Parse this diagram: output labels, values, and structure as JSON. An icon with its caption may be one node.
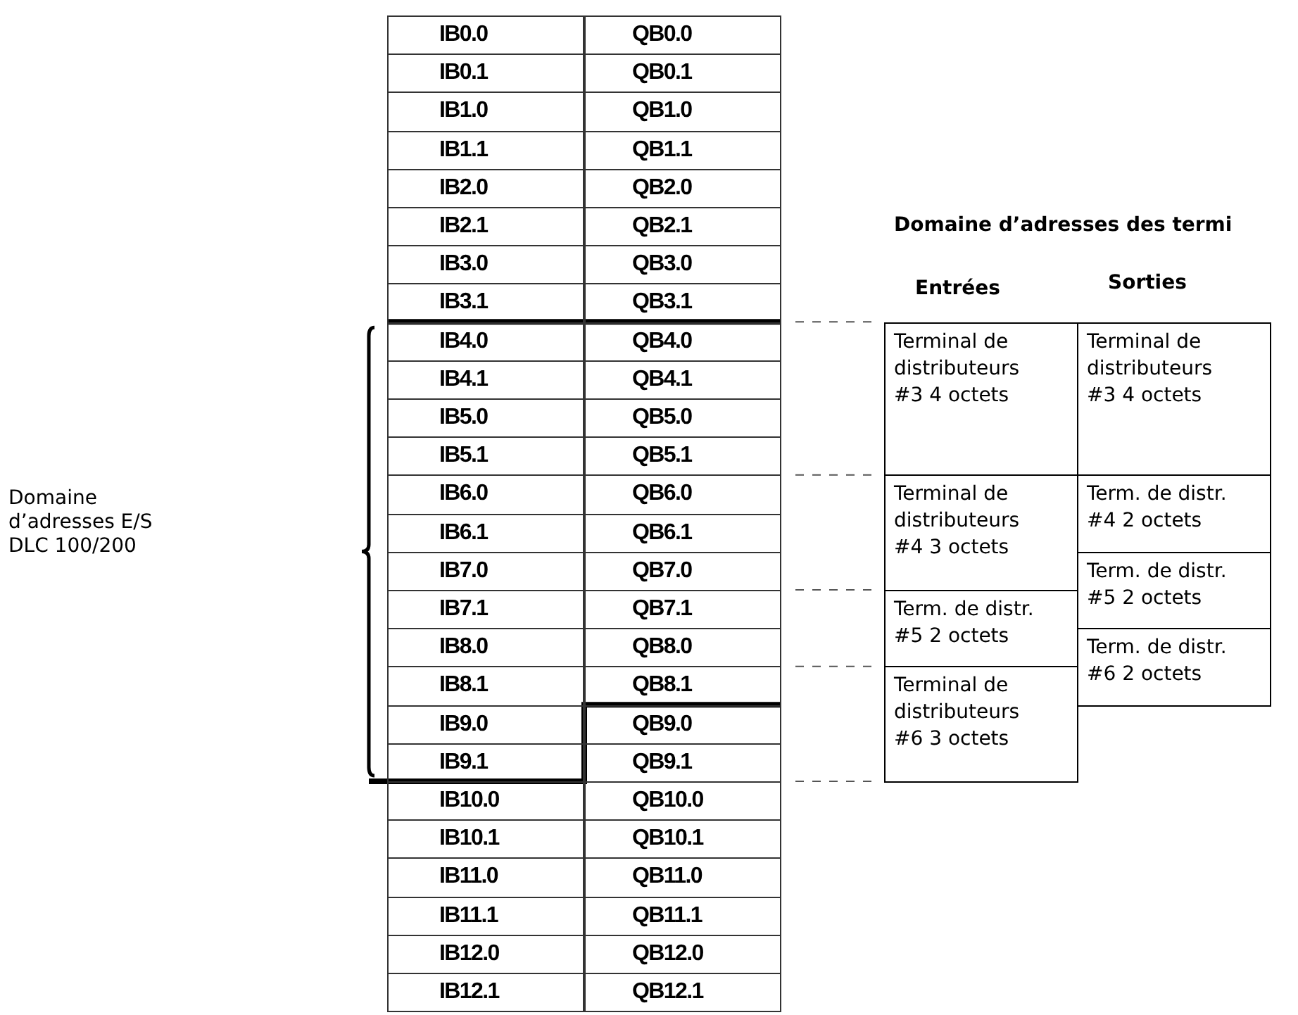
{
  "diagram": {
    "title": "Domaine d’adresses des termi",
    "nodes": [
      {
        "text": [
          "Terminal de distributeurs #3 4 octets"
        ]
      },
      {
        "text": [
          "Terminal de distributeurs #3 4 octets"
        ]
      },
      {
        "text": [
          "Terminal de distributeurs #4 3 octets"
        ]
      },
      {
        "text": [
          "Term. de distr. #4 2 octets"
        ]
      },
      {
        "text": [
          "Term. de distr. #5 2 octets"
        ]
      },
      {
        "text": [
          "Term. de distr. #5 2 octets"
        ]
      },
      {
        "text": [
          "Term. de distr. #6 2 octets"
        ]
      },
      {
        "text": [
          "Terminal de distributeurs #6 3 octets"
        ]
      }
    ],
    "labels": [
      "Entrées",
      "Sorties",
      "Domaine d’adresses E/S DLC 100/200",
      "IB0.0",
      "QB0.0",
      "IB0.1",
      "QB0.1",
      "IB1.0",
      "QB1.0",
      "IB1.1",
      "QB1.1",
      "IB2.0",
      "QB2.0",
      "IB2.1",
      "QB2.1",
      "IB3.0",
      "QB3.0",
      "IB3.1",
      "QB3.1",
      "IB4.0",
      "QB4.0",
      "IB4.1",
      "QB4.1",
      "IB5.0",
      "QB5.0",
      "IB5.1",
      "QB5.1",
      "IB6.0",
      "QB6.0",
      "IB6.1",
      "QB6.1",
      "IB7.0",
      "QB7.0",
      "IB7.1",
      "QB7.1",
      "IB8.0",
      "QB8.0",
      "IB8.1",
      "QB8.1",
      "IB9.0",
      "QB9.0",
      "IB9.1",
      "QB9.1",
      "IB10.0",
      "QB10.0",
      "IB10.1",
      "QB10.1",
      "IB11.0",
      "QB11.0",
      "IB11.1",
      "QB11.1",
      "IB12.0",
      "QB12.0",
      "IB12.1",
      "QB12.1"
    ]
  }
}
